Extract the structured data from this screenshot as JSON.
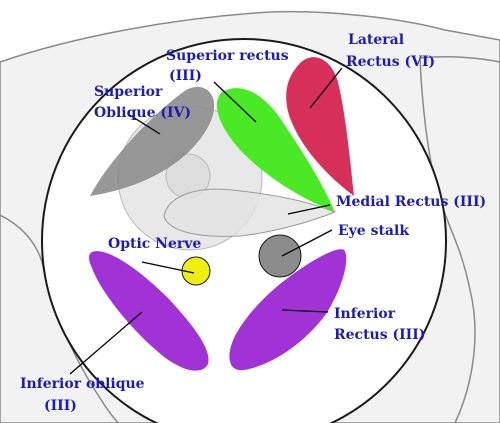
{
  "colors": {
    "label": "#1c1cb4",
    "leader": "#000000",
    "outline": "#1a1a1a",
    "background_shape": "#f2f2f2",
    "background_stroke": "#8a8a8a",
    "superior_rectus": "#4be825",
    "lateral_rectus": "#d52f5a",
    "superior_oblique": "#8a8a8a",
    "inferior_muscles": "#a132d6",
    "optic_nerve": "#eeee10",
    "eye_stalk": "#8c8c8c",
    "eyeball": "#d6d6d6",
    "medial_rectus": "#e2e2e2"
  },
  "labels": {
    "superior_rectus": [
      "Superior rectus",
      "(III)"
    ],
    "lateral_rectus": [
      "Lateral",
      "Rectus (VI)"
    ],
    "superior_oblique": [
      "Superior",
      "Oblique (IV)"
    ],
    "medial_rectus": "Medial Rectus (III)",
    "eye_stalk": "Eye stalk",
    "optic_nerve": "Optic Nerve",
    "inferior_rectus": [
      "Inferior",
      "Rectus  (III)"
    ],
    "inferior_oblique": [
      "Inferior oblique",
      "(III)"
    ]
  }
}
